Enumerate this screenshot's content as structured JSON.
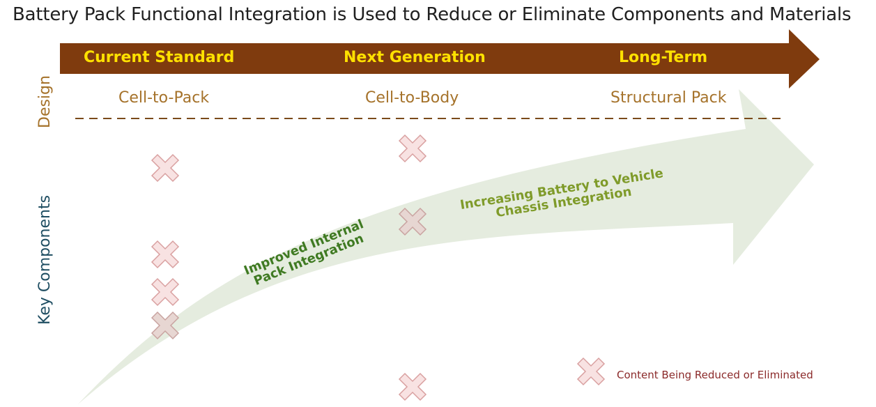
{
  "title": "Battery Pack Functional Integration is Used to Reduce or Eliminate Components and Materials",
  "phases": [
    "Current Standard",
    "Next Generation",
    "Long-Term"
  ],
  "designs": [
    "Cell-to-Pack",
    "Cell-to-Body",
    "Structural Pack"
  ],
  "row_labels": {
    "design": "Design",
    "components": "Key Components"
  },
  "curve_labels": {
    "internal": [
      "Improved Internal",
      "Pack Integration"
    ],
    "chassis": [
      "Increasing Battery to Vehicle",
      "Chassis Integration"
    ]
  },
  "legend": {
    "label": "Content Being Reduced or Eliminated",
    "icon": "x-mark-icon"
  },
  "colors": {
    "arrow": "#7f3b0e",
    "phase_text": "#ffe100",
    "design_text": "#a5722a",
    "x_fill": "#f8e2e2",
    "x_stroke": "#d9a0a0",
    "curve": "#e5ecdf",
    "components_text": "#1f4e62"
  }
}
